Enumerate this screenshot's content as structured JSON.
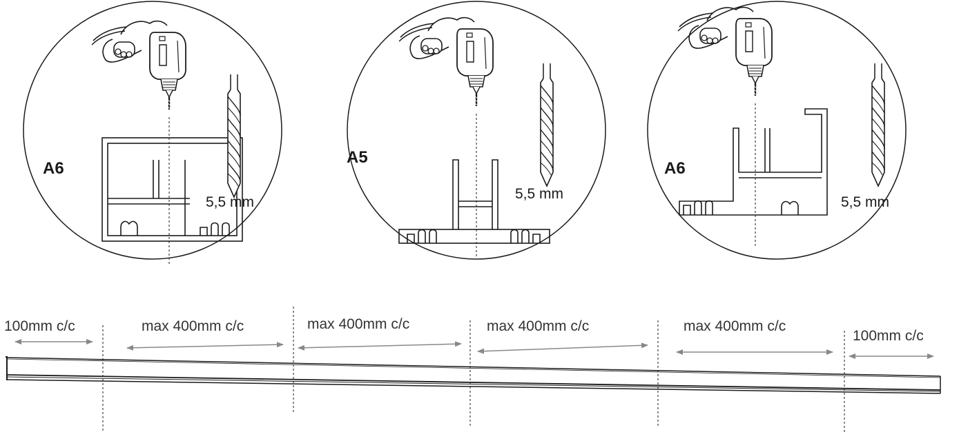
{
  "details": [
    {
      "id": "left",
      "profile_label": "A6",
      "drill_bit_size": "5,5 mm"
    },
    {
      "id": "middle",
      "profile_label": "A5",
      "drill_bit_size": "5,5 mm"
    },
    {
      "id": "right",
      "profile_label": "A6",
      "drill_bit_size": "5,5 mm"
    }
  ],
  "spacing": [
    {
      "label": "100mm c/c"
    },
    {
      "label": "max 400mm c/c"
    },
    {
      "label": "max 400mm c/c"
    },
    {
      "label": "max 400mm c/c"
    },
    {
      "label": "max 400mm c/c"
    },
    {
      "label": "100mm c/c"
    }
  ],
  "colors": {
    "line": "#1a1a1a",
    "arrow": "#888888",
    "text": "#1a1a1a"
  },
  "icons": [
    "hand-drill-icon",
    "drill-bit-icon"
  ]
}
